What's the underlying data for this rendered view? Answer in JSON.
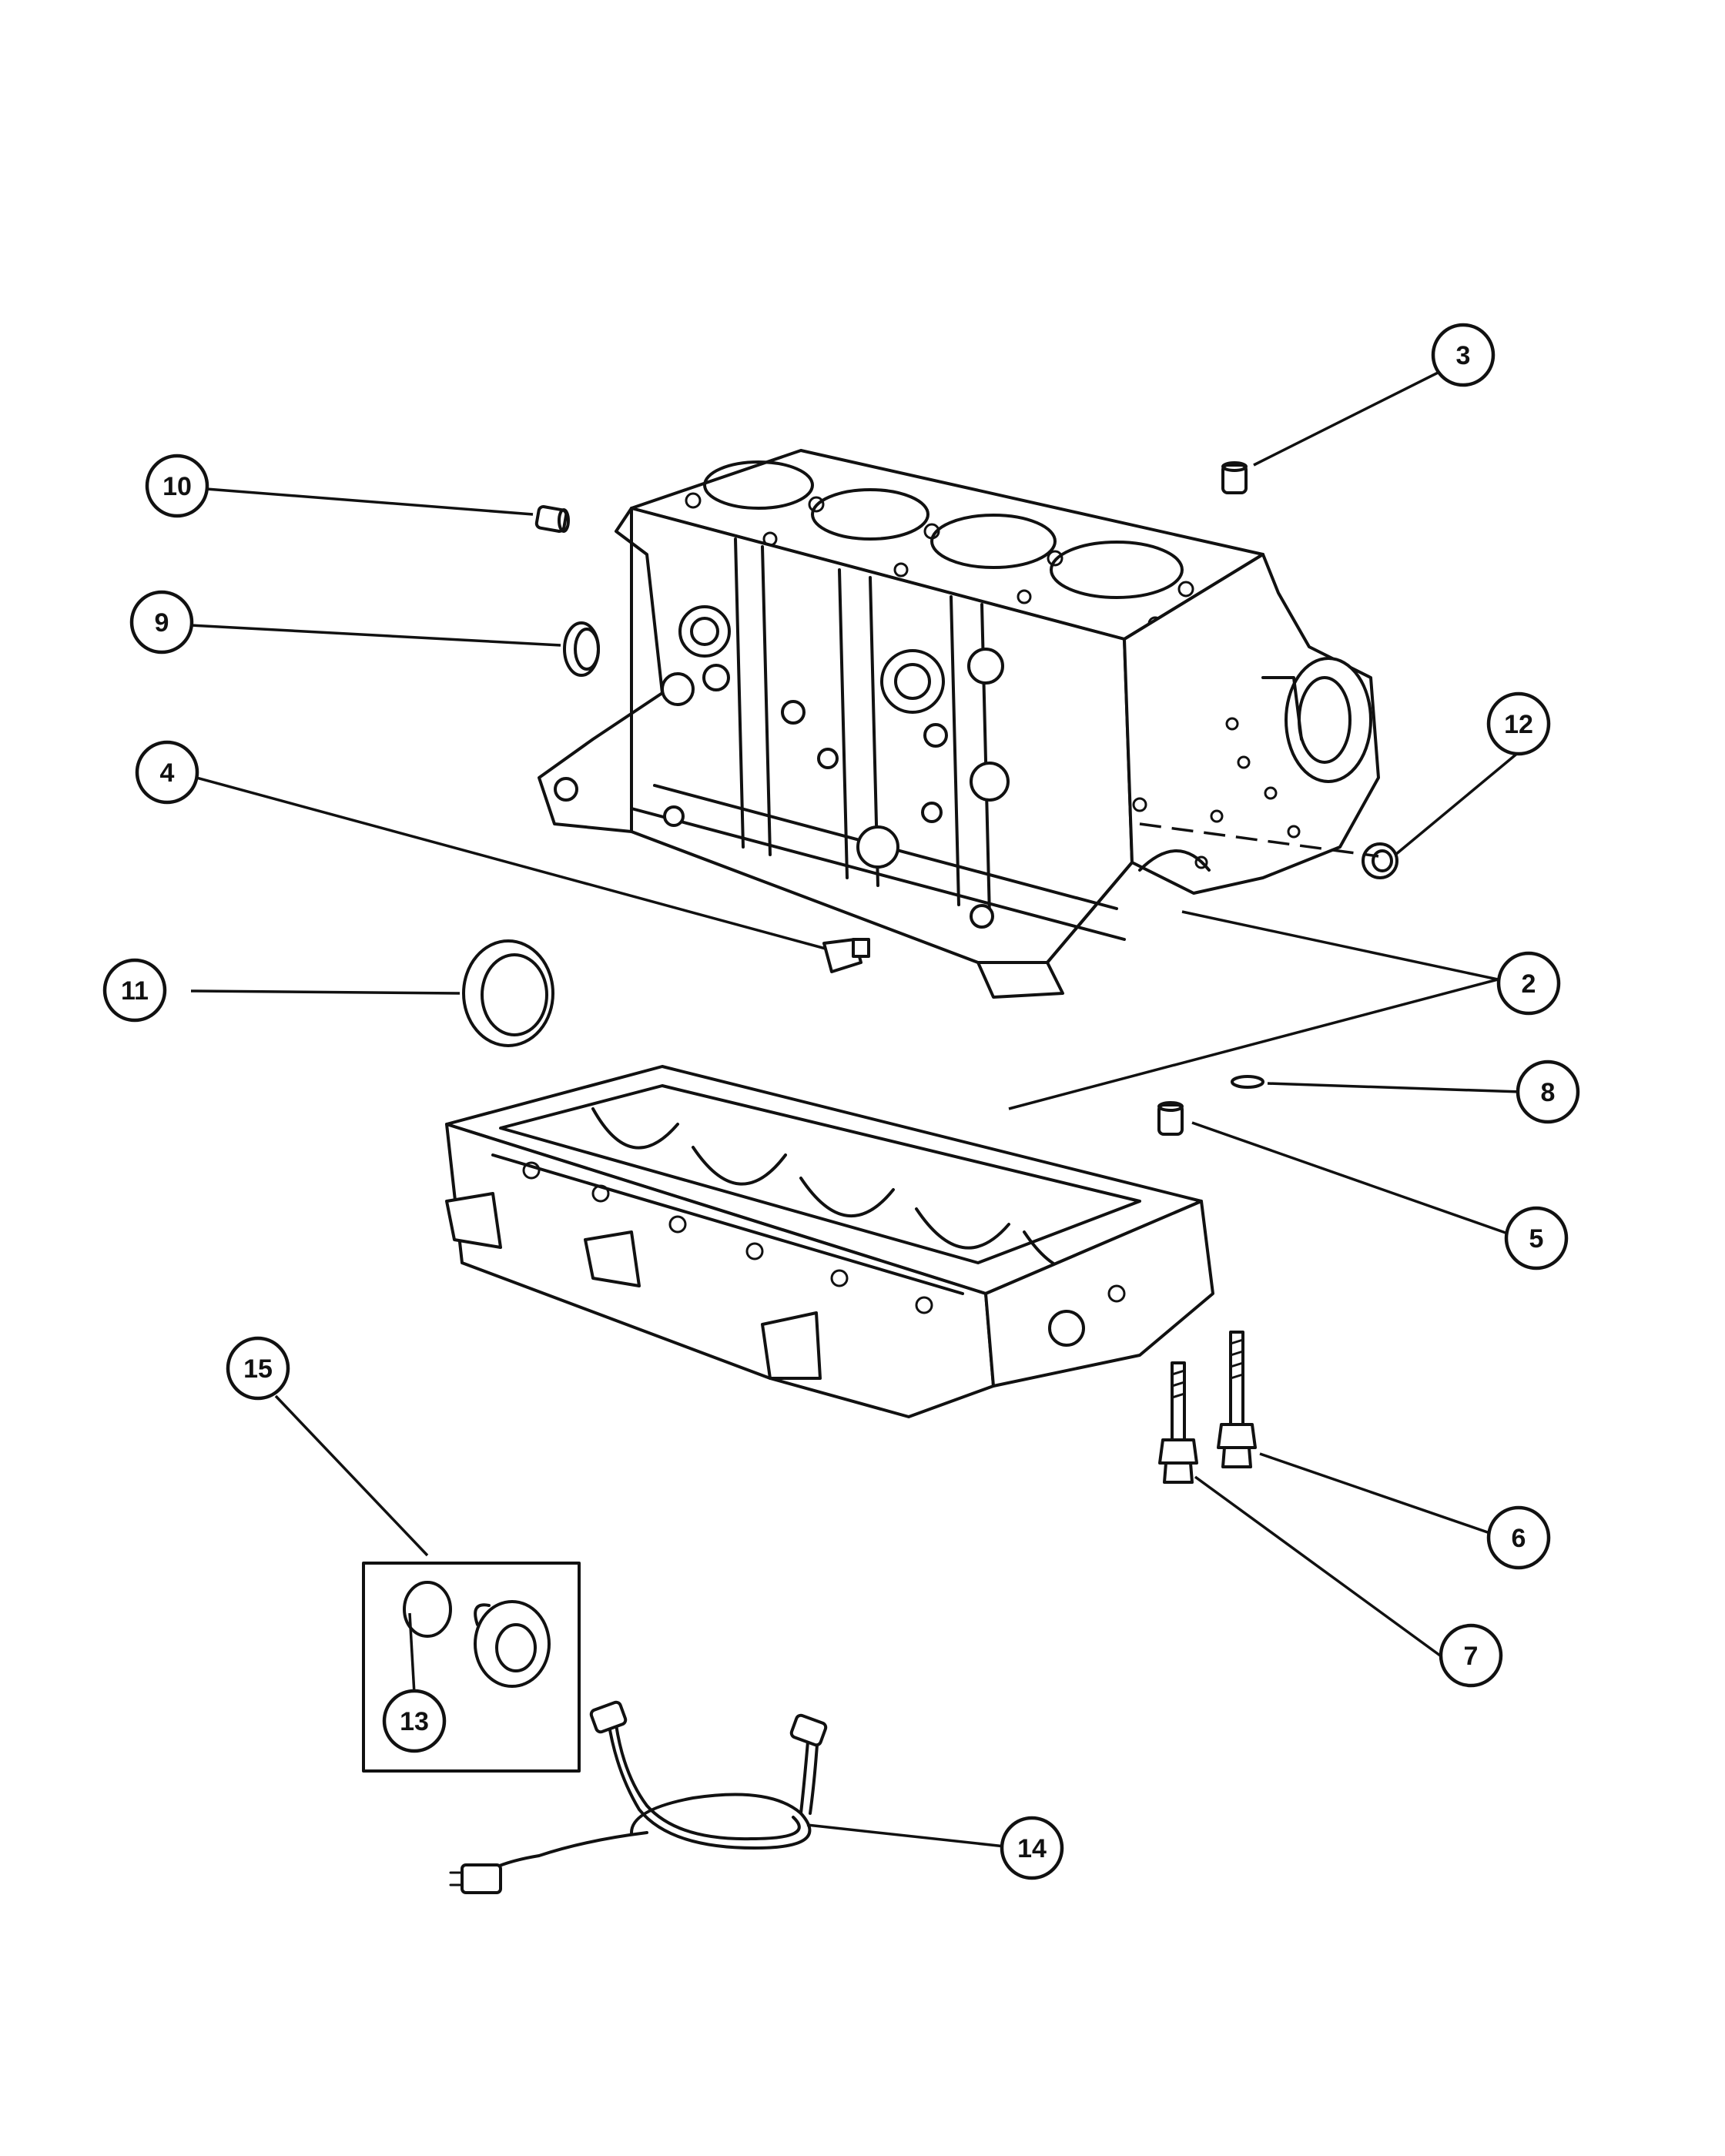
{
  "callouts": [
    {
      "label": "2"
    },
    {
      "label": "3"
    },
    {
      "label": "4"
    },
    {
      "label": "5"
    },
    {
      "label": "6"
    },
    {
      "label": "7"
    },
    {
      "label": "8"
    },
    {
      "label": "9"
    },
    {
      "label": "10"
    },
    {
      "label": "11"
    },
    {
      "label": "12"
    },
    {
      "label": "13"
    },
    {
      "label": "14"
    },
    {
      "label": "15"
    }
  ],
  "colors": {
    "ink": "#111111",
    "background": "#ffffff"
  }
}
